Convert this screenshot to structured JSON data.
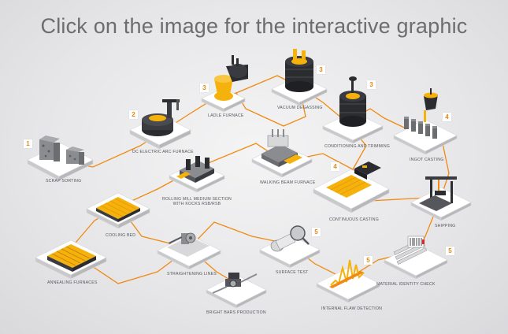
{
  "headline": "Click on the image for the interactive graphic",
  "colors": {
    "flow_line": "#f08a12",
    "molten": "#f6b20c",
    "equipment": "#2b2c30",
    "platform": "#ffffff"
  },
  "steps": {
    "scrap_sorting": {
      "label": "SCRAP SORTING",
      "number": "1"
    },
    "dc_electric_arc_furnace": {
      "label": "DC ELECTRIC ARC FURNACE",
      "number": "2"
    },
    "ladle_furnace": {
      "label": "LADLE FURNACE",
      "number": "3"
    },
    "vacuum_degassing": {
      "label": "VACUUM DEGASSING",
      "number": "3"
    },
    "conditioning_and_trimming": {
      "label": "CONDITIONING AND TRIMMING",
      "number": "3"
    },
    "ingot_casting": {
      "label": "INGOT CASTING",
      "number": "4"
    },
    "continuous_casting": {
      "label": "CONTINUOUS CASTING",
      "number": "4"
    },
    "walking_beam_furnace": {
      "label": "WALKING BEAM FURNACE"
    },
    "rolling_mill": {
      "label_line1": "ROLLING MILL MEDIUM SECTION",
      "label_line2": "WITH KOCKS RSB/RSB"
    },
    "cooling_bed": {
      "label": "COOLING BED"
    },
    "annealing_furnaces": {
      "label": "ANNEALING FURNACES"
    },
    "straightening_lines": {
      "label": "STRAIGHTENING LINES"
    },
    "bright_bars_production": {
      "label": "BRIGHT BARS PRODUCTION"
    },
    "surface_test": {
      "label": "SURFACE TEST",
      "number": "5"
    },
    "internal_flaw_detection": {
      "label": "INTERNAL FLAW DETECTION",
      "number": "5"
    },
    "material_identity_check": {
      "label": "MATERIAL IDENTITY CHECK",
      "number": "5"
    },
    "shipping": {
      "label": "SHIPPING"
    }
  }
}
